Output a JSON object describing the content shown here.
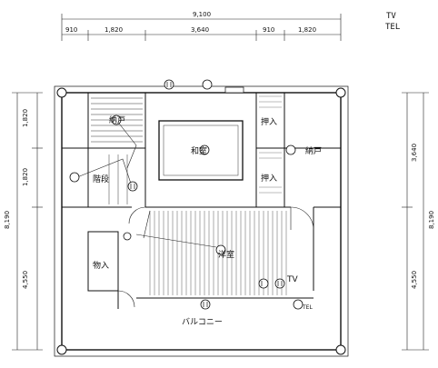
{
  "dimensions": {
    "top_total": "9,100",
    "top_segments": [
      "910",
      "1,820",
      "3,640",
      "910",
      "1,820"
    ],
    "left_total": "8,190",
    "left_segments": [
      "1,820",
      "1,820",
      "4,550"
    ],
    "right_total": "8,190",
    "right_segments": [
      "3,640",
      "4,550"
    ]
  },
  "rooms": {
    "washitsu": "和室",
    "oshiire_1": "押入",
    "oshiire_2": "押入",
    "nando": "納戸",
    "kaidan": "階段",
    "yoshitsu": "洋室",
    "monoire": "物入",
    "balcony": "バルコニー",
    "nando_small": "納戸"
  },
  "annotations": {
    "corner_note_1": "TV",
    "corner_note_2": "TEL",
    "tv_label": "TV",
    "tel_marker": "TEL"
  },
  "fixtures": [
    {
      "name": "outlet-symbol"
    },
    {
      "name": "light-symbol"
    }
  ]
}
